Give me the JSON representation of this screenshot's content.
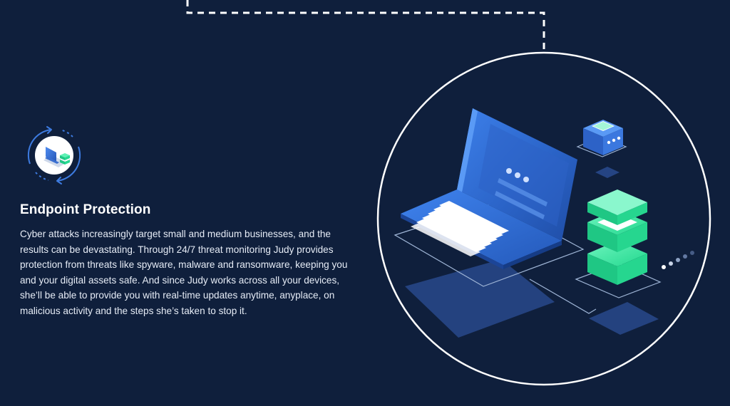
{
  "section": {
    "title": "Endpoint Protection",
    "body": "Cyber attacks increasingly target small and medium businesses, and the results can be devastating. Through 24/7 threat monitoring Judy provides protection from threats like spyware, malware and ransomware, keeping you and your digital assets safe. And since Judy works across all your devices, she’ll be able to provide you with real-time updates anytime, anyplace, on malicious activity and the steps she’s taken to stop it."
  },
  "icons": {
    "feature": "laptop-shield-icon",
    "illustration": "endpoint-protection-illustration"
  },
  "colors": {
    "background": "#0f1f3c",
    "laptop_blue": "#2f6fd6",
    "accent_green": "#2ee89a",
    "connector": "#ffffff"
  }
}
